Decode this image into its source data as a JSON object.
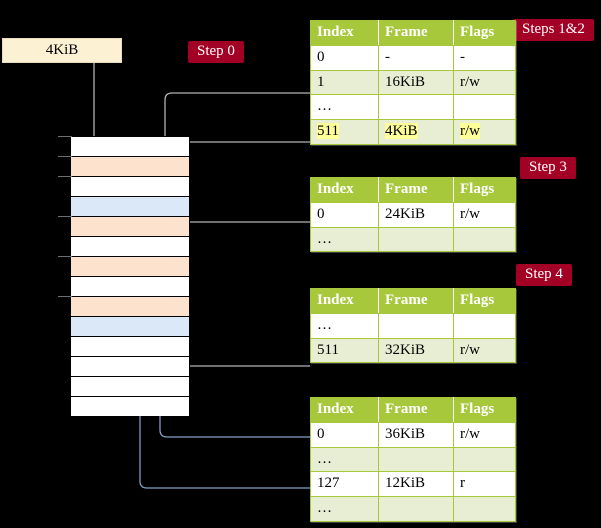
{
  "colors": {
    "background": "#000000",
    "badge_bg": "#a30025",
    "badge_fg": "#ffffff",
    "table_header_bg": "#a8c83c",
    "table_row_alt_bg": "#e8eed3",
    "highlight": "#ffff99",
    "source_box_bg": "#fdf1d4",
    "mem_peach": "#fde3cd",
    "mem_blue": "#dbe8f7",
    "wire_gray": "#b4b4b4",
    "wire_blue": "#7f9fc4"
  },
  "source_box": {
    "label": "4KiB"
  },
  "badges": [
    {
      "name": "step-0",
      "label": "Step 0"
    },
    {
      "name": "steps-1-2",
      "label": "Steps 1&2"
    },
    {
      "name": "step-3",
      "label": "Step 3"
    },
    {
      "name": "step-4",
      "label": "Step 4"
    }
  ],
  "memory_column": {
    "rows": [
      {
        "fill": "white"
      },
      {
        "fill": "peach"
      },
      {
        "fill": "white"
      },
      {
        "fill": "blue"
      },
      {
        "fill": "peach"
      },
      {
        "fill": "white"
      },
      {
        "fill": "peach"
      },
      {
        "fill": "white"
      },
      {
        "fill": "peach"
      },
      {
        "fill": "blue"
      },
      {
        "fill": "white"
      },
      {
        "fill": "white"
      },
      {
        "fill": "white"
      },
      {
        "fill": "white"
      }
    ]
  },
  "tables": [
    {
      "name": "page-table-level-1",
      "headers": [
        "Index",
        "Frame",
        "Flags"
      ],
      "rows": [
        {
          "cells": [
            "0",
            "-",
            "-"
          ],
          "shade": "odd",
          "highlight": [
            false,
            false,
            false
          ]
        },
        {
          "cells": [
            "1",
            "16KiB",
            "r/w"
          ],
          "shade": "even",
          "highlight": [
            false,
            false,
            false
          ]
        },
        {
          "cells": [
            "…",
            "",
            ""
          ],
          "shade": "odd",
          "highlight": [
            false,
            false,
            false
          ]
        },
        {
          "cells": [
            "511",
            "4KiB",
            "r/w"
          ],
          "shade": "even",
          "highlight": [
            true,
            true,
            true
          ]
        }
      ]
    },
    {
      "name": "page-table-level-2",
      "headers": [
        "Index",
        "Frame",
        "Flags"
      ],
      "rows": [
        {
          "cells": [
            "0",
            "24KiB",
            "r/w"
          ],
          "shade": "odd",
          "highlight": [
            false,
            false,
            false
          ]
        },
        {
          "cells": [
            "…",
            "",
            ""
          ],
          "shade": "even",
          "highlight": [
            false,
            false,
            false
          ]
        }
      ]
    },
    {
      "name": "page-table-level-3",
      "headers": [
        "Index",
        "Frame",
        "Flags"
      ],
      "rows": [
        {
          "cells": [
            "…",
            "",
            ""
          ],
          "shade": "odd",
          "highlight": [
            false,
            false,
            false
          ]
        },
        {
          "cells": [
            "511",
            "32KiB",
            "r/w"
          ],
          "shade": "even",
          "highlight": [
            false,
            false,
            false
          ]
        }
      ]
    },
    {
      "name": "page-table-level-4",
      "headers": [
        "Index",
        "Frame",
        "Flags"
      ],
      "rows": [
        {
          "cells": [
            "0",
            "36KiB",
            "r/w"
          ],
          "shade": "odd",
          "highlight": [
            false,
            false,
            false
          ]
        },
        {
          "cells": [
            "…",
            "",
            ""
          ],
          "shade": "even",
          "highlight": [
            false,
            false,
            false
          ]
        },
        {
          "cells": [
            "127",
            "12KiB",
            "r"
          ],
          "shade": "odd",
          "highlight": [
            false,
            false,
            false
          ]
        },
        {
          "cells": [
            "…",
            "",
            ""
          ],
          "shade": "even",
          "highlight": [
            false,
            false,
            false
          ]
        }
      ]
    }
  ]
}
